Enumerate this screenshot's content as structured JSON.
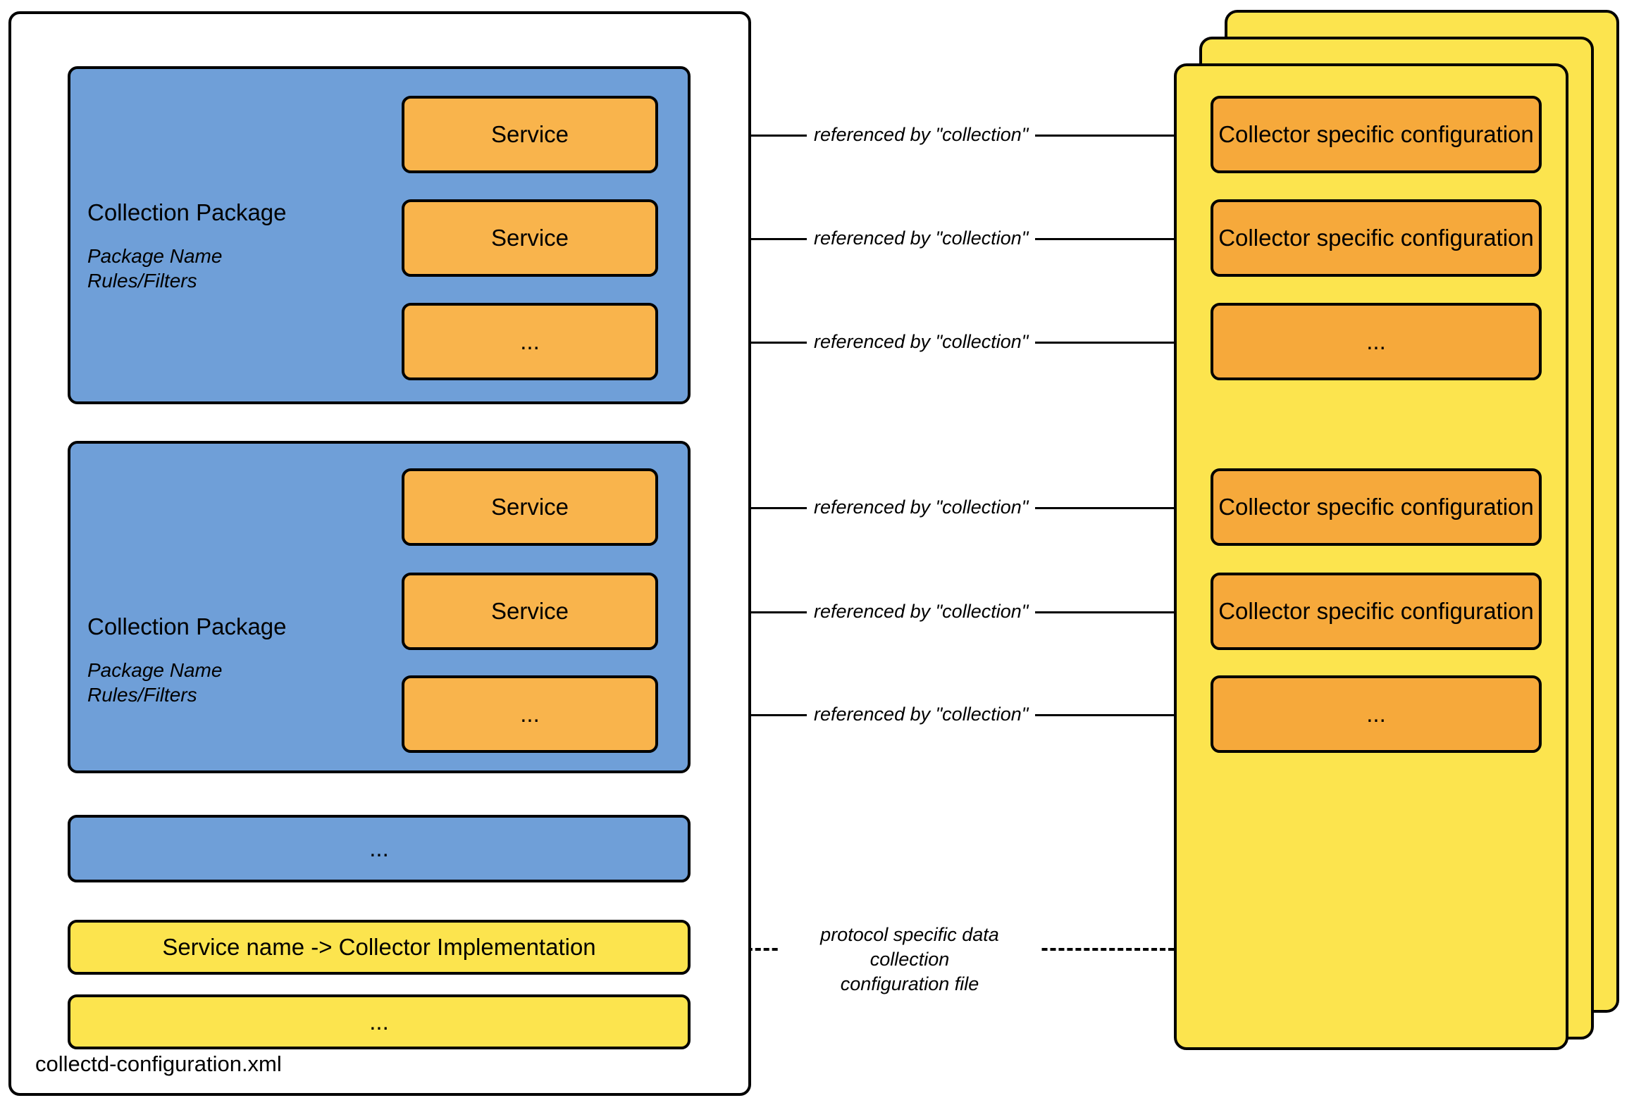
{
  "diagram": {
    "file_container": {
      "caption": "collectd-configuration.xml"
    },
    "packages": [
      {
        "title": "Collection Package",
        "meta_line1": "Package Name",
        "meta_line2": "Rules/Filters",
        "services": [
          "Service",
          "Service",
          "..."
        ]
      },
      {
        "title": "Collection Package",
        "meta_line1": "Package Name",
        "meta_line2": "Rules/Filters",
        "services": [
          "Service",
          "Service",
          "..."
        ]
      }
    ],
    "package_ellipsis": "...",
    "mapping_strips": [
      "Service name -> Collector Implementation",
      "..."
    ],
    "connector_labels": [
      "referenced by \"collection\"",
      "referenced by \"collection\"",
      "referenced by \"collection\"",
      "referenced by \"collection\"",
      "referenced by \"collection\"",
      "referenced by \"collection\""
    ],
    "dashed_label_line1": "protocol specific data collection",
    "dashed_label_line2": "configuration file",
    "collector_card": {
      "entries": [
        "Collector specific configuration",
        "Collector specific configuration",
        "...",
        "Collector specific configuration",
        "Collector specific configuration",
        "..."
      ]
    },
    "colors": {
      "package_blue": "#6F9FD8",
      "service_orange": "#F9B44C",
      "collector_orange": "#F6A93B",
      "card_yellow": "#FCE44E",
      "stroke": "#000000",
      "background": "#FFFFFF"
    }
  }
}
